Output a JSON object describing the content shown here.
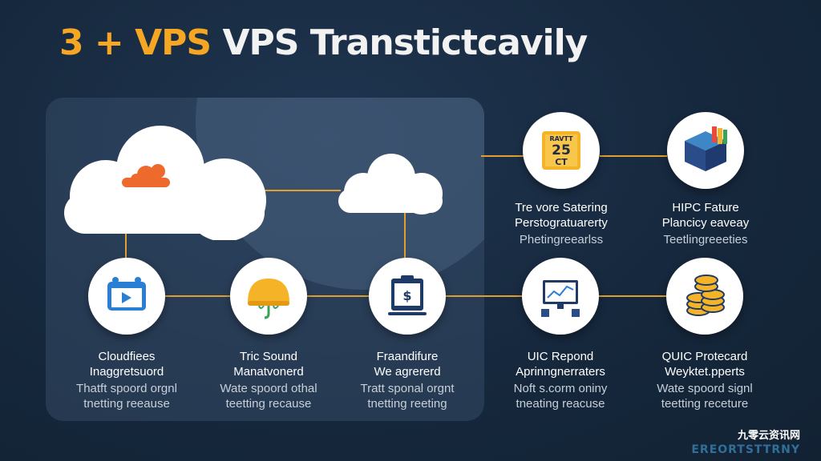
{
  "title": {
    "accent": "3 + VPS",
    "rest": "VPS Transtictcavily"
  },
  "colors": {
    "accent": "#f5a623",
    "background": "#16283d",
    "connector": "#e0a030"
  },
  "nodes": [
    {
      "icon": "calendar-badge-icon",
      "badge_line1": "RAVTT",
      "badge_line2": "25",
      "badge_line3": "CT",
      "line1": "Tre vore Satering",
      "line2": "Perstogratuarerty",
      "line3": "Phetingreearlss",
      "line4": ""
    },
    {
      "icon": "server-box-icon",
      "line1": "HIPC Fature",
      "line2": "Plancicy eaveay",
      "line3": "Teetlingreeeties",
      "line4": ""
    },
    {
      "icon": "video-player-icon",
      "line1": "Cloudfiees",
      "line2": "Inaggretsuord",
      "line3": "Thatft spoord orgnl",
      "line4": "tnetting reeause"
    },
    {
      "icon": "umbrella-icon",
      "line1": "Tric Sound",
      "line2": "Manatvonerd",
      "line3": "Wate spoord othal",
      "line4": "teetting recause"
    },
    {
      "icon": "monitor-dollar-icon",
      "glyph": "$",
      "line1": "Fraandifure",
      "line2": "We agrererd",
      "line3": "Tratt sponal orgnt",
      "line4": "tnetting reeting"
    },
    {
      "icon": "chart-monitor-icon",
      "line1": "UIC Repond",
      "line2": "Aprinngnerraters",
      "line3": "Noft s.corm oniny",
      "line4": "tneating reacuse"
    },
    {
      "icon": "coin-stack-icon",
      "line1": "QUIC Protecard",
      "line2": "Weyktet.pperts",
      "line3": "Wate spoord signl",
      "line4": "teetting receture"
    }
  ],
  "watermark": {
    "line1": "九零云资讯网",
    "line2": "EREORTSTTRNY"
  }
}
